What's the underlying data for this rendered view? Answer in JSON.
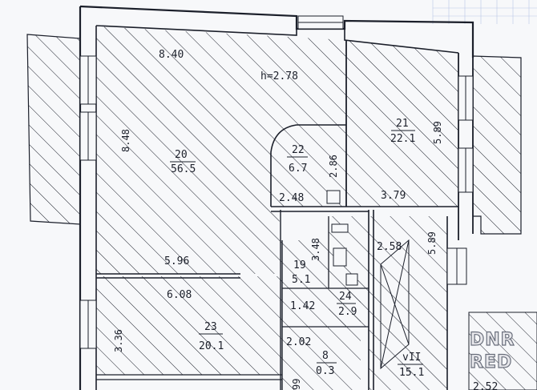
{
  "plan": {
    "ceiling_height": "h=2.78",
    "rooms": [
      {
        "number": "20",
        "area": "56.5"
      },
      {
        "number": "21",
        "area": "22.1"
      },
      {
        "number": "22",
        "area": "6.7"
      },
      {
        "number": "19",
        "area": "5.1"
      },
      {
        "number": "24",
        "area": "2.9"
      },
      {
        "number": "23",
        "area": "20.1"
      },
      {
        "number": "8",
        "area": "0.3"
      },
      {
        "number": "vII",
        "area": "15.1"
      }
    ],
    "dimensions": {
      "top_wall": "8.40",
      "left_wall_20": "8.48",
      "right_wall_21": "5.89",
      "room22_height": "2.86",
      "room22_width": "2.48",
      "room21_bottom": "3.79",
      "corridor_height": "3.48",
      "stair_width": "2.58",
      "stair_height": "5.89",
      "room20_bottom": "5.96",
      "room23_top": "6.08",
      "room23_height": "3.36",
      "room24_width": "1.42",
      "room24_bottom": "2.02",
      "bottom_partial": "2.52",
      "bottom_small": "99"
    }
  },
  "watermark": {
    "line1": "DNR",
    "line2": "RED"
  },
  "colors": {
    "ink": "#1b1f2a",
    "paper": "#f7f8fa",
    "grid": "#b9c6e6"
  }
}
